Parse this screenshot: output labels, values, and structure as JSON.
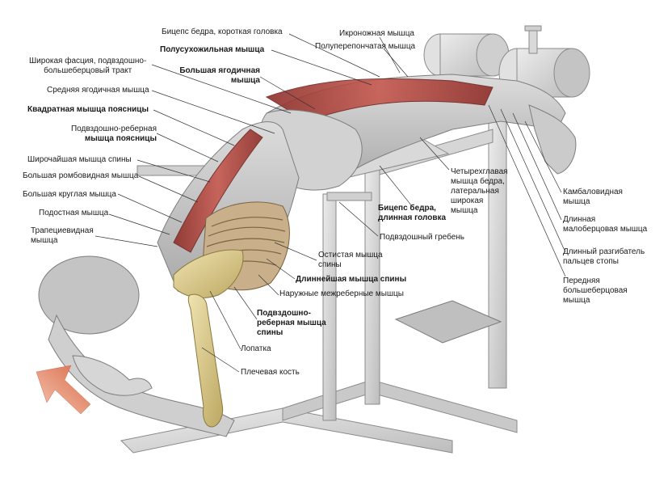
{
  "labels": {
    "biceps_short": "Бицепс бедра, короткая головка",
    "gastrocnemius": "Икроножная мышца",
    "semimembranosus": "Полуперепончатая мышца",
    "semitendinosus": "Полусухожильная мышца",
    "fascia_lata_1": "Широкая фасция, подвздошно-",
    "fascia_lata_2": "большеберцовый тракт",
    "gluteus_max_1": "Большая ягодичная",
    "gluteus_max_2": "мышца",
    "gluteus_med": "Средняя ягодичная мышца",
    "quadratus": "Квадратная мышца поясницы",
    "iliocostal_lumb_1": "Подвздошно-реберная",
    "iliocostal_lumb_2": "мышца поясницы",
    "latissimus": "Широчайшая мышца спины",
    "rhomboid": "Большая ромбовидная мышца",
    "teres_major": "Большая круглая мышца",
    "infraspinatus": "Подостная мышца",
    "trapezius_1": "Трапециевидная",
    "trapezius_2": "мышца",
    "vastus_1": "Четырехглавая",
    "vastus_2": "мышца бедра,",
    "vastus_3": "латеральная",
    "vastus_4": "широкая",
    "vastus_5": "мышца",
    "biceps_long_1": "Бицепс бедра,",
    "biceps_long_2": "длинная головка",
    "iliac_crest": "Подвздошный гребень",
    "spinalis_1": "Остистая мышца",
    "spinalis_2": "спины",
    "longissimus": "Длиннейшая мышца спины",
    "intercostal": "Наружные межреберные мышцы",
    "iliocostal_thor_1": "Подвздошно-",
    "iliocostal_thor_2": "реберная мышца",
    "iliocostal_thor_3": "спины",
    "scapula": "Лопатка",
    "humerus": "Плечевая кость",
    "soleus_1": "Камбаловидная",
    "soleus_2": "мышца",
    "peroneus_1": "Длинная",
    "peroneus_2": "малоберцовая мышца",
    "ext_digitorum_1": "Длинный разгибатель",
    "ext_digitorum_2": "пальцев стопы",
    "tibialis_1": "Передняя",
    "tibialis_2": "большеберцовая",
    "tibialis_3": "мышца"
  },
  "colors": {
    "machine": "#d4d4d4",
    "machine_edge": "#8a8a8a",
    "muscle_red": "#a9423c",
    "muscle_red_light": "#c97a72",
    "body_grey": "#c8c8c8",
    "bone": "#d9c98c",
    "arrow": "#e08a6a",
    "leader": "#333333"
  }
}
